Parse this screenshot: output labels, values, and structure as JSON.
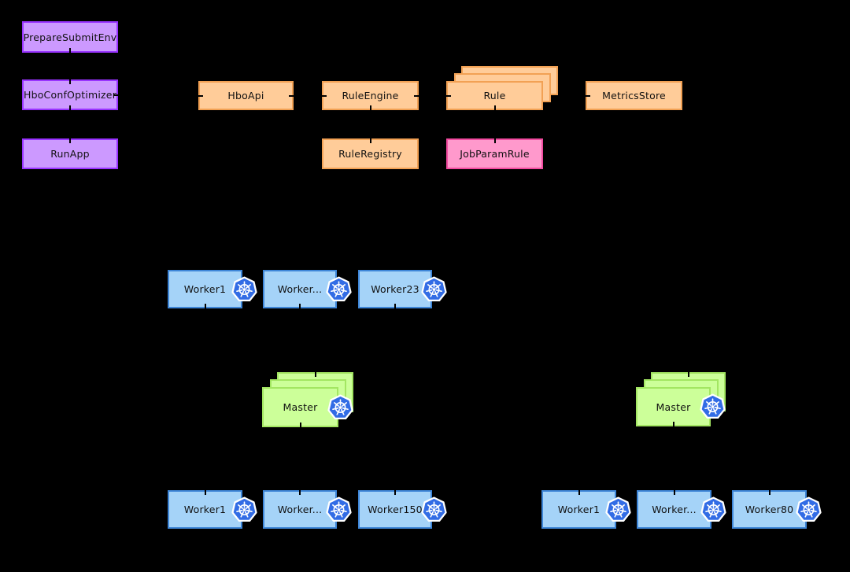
{
  "diagram": {
    "background": "#000000",
    "palette": {
      "purple_fill": "#cc99ff",
      "purple_border": "#9933ff",
      "orange_fill": "#ffcc99",
      "orange_border": "#f2a154",
      "pink_fill": "#ff99cc",
      "pink_border": "#f24ba0",
      "blue_fill": "#a5d3f8",
      "blue_border": "#3e86d8",
      "green_fill": "#ccff99",
      "green_border": "#a3e662",
      "k8s_blue": "#326ce5",
      "text": "#111111"
    },
    "nodes": {
      "prepare_submit_env": {
        "label": "PrepareSubmitEnv",
        "color": "purple"
      },
      "hbo_conf_optimizer": {
        "label": "HboConfOptimizer",
        "color": "purple"
      },
      "run_app": {
        "label": "RunApp",
        "color": "purple"
      },
      "hbo_api": {
        "label": "HboApi",
        "color": "orange"
      },
      "rule_engine": {
        "label": "RuleEngine",
        "color": "orange"
      },
      "rule": {
        "label": "Rule",
        "color": "orange",
        "stack_count": 3
      },
      "metrics_store": {
        "label": "MetricsStore",
        "color": "orange"
      },
      "rule_registry": {
        "label": "RuleRegistry",
        "color": "orange"
      },
      "job_param_rule": {
        "label": "JobParamRule",
        "color": "pink"
      },
      "master_left": {
        "label": "Master",
        "color": "green",
        "stack_count": 3,
        "icon": "kubernetes"
      },
      "master_right": {
        "label": "Master",
        "color": "green",
        "stack_count": 3,
        "icon": "kubernetes"
      },
      "workers_top": [
        {
          "label": "Worker1",
          "icon": "kubernetes"
        },
        {
          "label": "Worker...",
          "icon": "kubernetes"
        },
        {
          "label": "Worker23",
          "icon": "kubernetes"
        }
      ],
      "workers_bottom_left": [
        {
          "label": "Worker1",
          "icon": "kubernetes"
        },
        {
          "label": "Worker...",
          "icon": "kubernetes"
        },
        {
          "label": "Worker150",
          "icon": "kubernetes"
        }
      ],
      "workers_bottom_right": [
        {
          "label": "Worker1",
          "icon": "kubernetes"
        },
        {
          "label": "Worker...",
          "icon": "kubernetes"
        },
        {
          "label": "Worker80",
          "icon": "kubernetes"
        }
      ]
    }
  }
}
